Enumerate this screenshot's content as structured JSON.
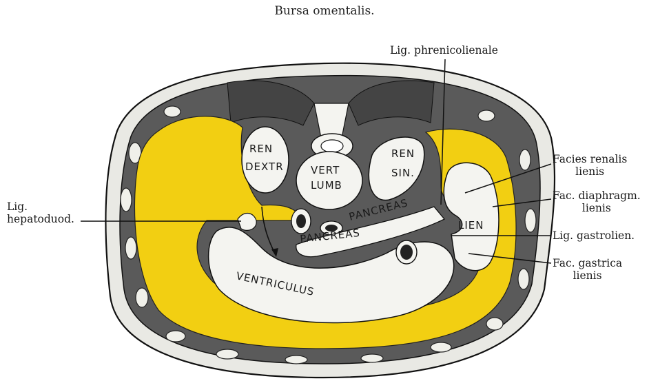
{
  "title": "Bursa omentalis.",
  "labels": {
    "lig_phrenicolienale": "Lig. phrenicolienale",
    "facies_renalis_1": "Facies renalis",
    "facies_renalis_2": "lienis",
    "fac_diaphragm_1": "Fac. diaphragm.",
    "fac_diaphragm_2": "lienis",
    "lig_gastrolien": "Lig. gastrolien.",
    "fac_gastrica_1": "Fac. gastrica",
    "fac_gastrica_2": "lienis",
    "lig_hepatoduod_1": "Lig.",
    "lig_hepatoduod_2": "hepatoduod."
  },
  "organs": {
    "ren_dextr_1": "REN",
    "ren_dextr_2": "DEXTR",
    "vert_1": "VERT",
    "vert_2": "LUMB",
    "ren_sin_1": "REN",
    "ren_sin_2": "SIN.",
    "pancreas_1": "PANCREAS",
    "pancreas_2": "PANCREAS",
    "lien": "LIEN",
    "ventriculus": "VENTRICULUS"
  },
  "colors": {
    "cavity_yellow": "#f2cf12",
    "muscle_dark": "#3a3a3a",
    "outline": "#111111",
    "tissue": "#f4f4f0"
  }
}
